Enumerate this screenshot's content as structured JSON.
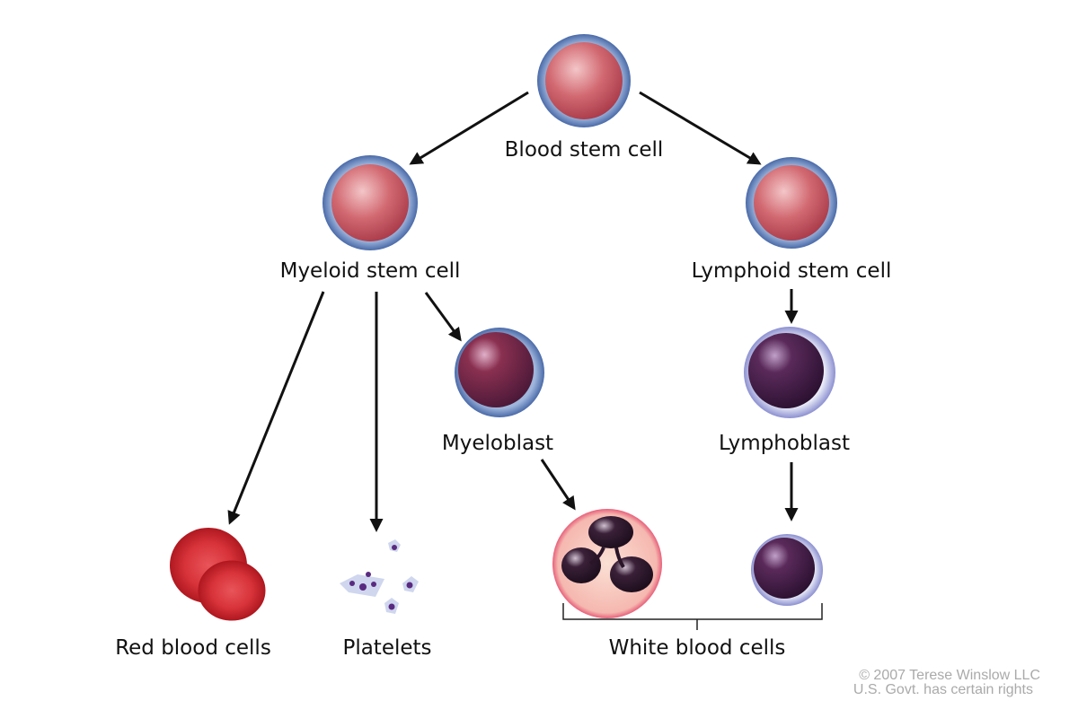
{
  "labels": {
    "blood_stem_cell": "Blood stem cell",
    "myeloid_stem_cell": "Myeloid stem cell",
    "lymphoid_stem_cell": "Lymphoid stem cell",
    "myeloblast": "Myeloblast",
    "lymphoblast": "Lymphoblast",
    "red_blood_cells": "Red blood cells",
    "platelets": "Platelets",
    "white_blood_cells": "White blood cells"
  },
  "copyright": {
    "line1": "© 2007 Terese Winslow LLC",
    "line2": "U.S. Govt. has certain rights"
  },
  "colors": {
    "stem_cell_membrane": "#6f8fc0",
    "stem_cell_body": "#c9505e",
    "blast_nucleus": "#5a2040",
    "red_blood_cell": "#d8333a",
    "neutrophil_cytoplasm": "#f7c0b5",
    "arrow": "#111111"
  }
}
